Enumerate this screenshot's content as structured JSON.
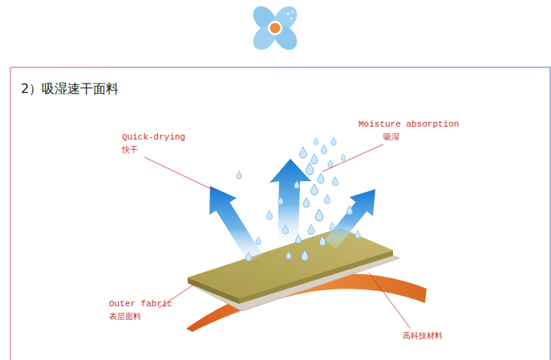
{
  "diagram": {
    "nodes": [
      {
        "text": [
          "2）吸湿速干面料"
        ]
      }
    ],
    "labels": [
      "Quick-drying",
      "快干",
      "Moisture absorption",
      "吸湿",
      "Outer fabric",
      "表层面料",
      "高科技材料"
    ]
  }
}
